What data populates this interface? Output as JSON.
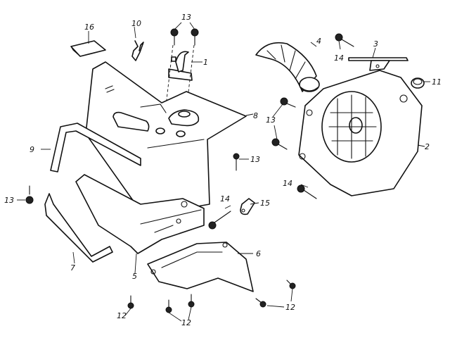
{
  "diagram": {
    "type": "exploded parts diagram",
    "subject": "engine cooling shroud / fan housing assembly",
    "background": "#ffffff",
    "ink": "#111111",
    "callouts": [
      {
        "id": "c1",
        "label": "1",
        "part": "bracket"
      },
      {
        "id": "c2",
        "label": "2",
        "part": "fan-housing-cover"
      },
      {
        "id": "c3",
        "label": "3",
        "part": "clamp-strap"
      },
      {
        "id": "c4",
        "label": "4",
        "part": "air-duct-hose"
      },
      {
        "id": "c5",
        "label": "5",
        "part": "lower-shroud"
      },
      {
        "id": "c6",
        "label": "6",
        "part": "bottom-deflector"
      },
      {
        "id": "c7",
        "label": "7",
        "part": "seal-strip-lower"
      },
      {
        "id": "c8",
        "label": "8",
        "part": "upper-shroud"
      },
      {
        "id": "c9",
        "label": "9",
        "part": "spring-clip"
      },
      {
        "id": "c10",
        "label": "10",
        "part": "seal-strip-upper"
      },
      {
        "id": "c11",
        "label": "11",
        "part": "grommet-plug"
      },
      {
        "id": "c12a",
        "label": "12",
        "part": "tapping-screw"
      },
      {
        "id": "c12b",
        "label": "12",
        "part": "tapping-screw-pair"
      },
      {
        "id": "c12c",
        "label": "12",
        "part": "tapping-screw-pair-right"
      },
      {
        "id": "c13a",
        "label": "13",
        "part": "screw-pair-top"
      },
      {
        "id": "c13b",
        "label": "13",
        "part": "screw-pair-housing"
      },
      {
        "id": "c13c",
        "label": "13",
        "part": "screw-center"
      },
      {
        "id": "c13d",
        "label": "13",
        "part": "screw-left"
      },
      {
        "id": "c14a",
        "label": "14",
        "part": "bolt-top"
      },
      {
        "id": "c14b",
        "label": "14",
        "part": "bolt-housing"
      },
      {
        "id": "c14c",
        "label": "14",
        "part": "bolt-center"
      },
      {
        "id": "c15",
        "label": "15",
        "part": "cable-lug"
      },
      {
        "id": "c16",
        "label": "16",
        "part": "insulating-pad"
      }
    ]
  }
}
